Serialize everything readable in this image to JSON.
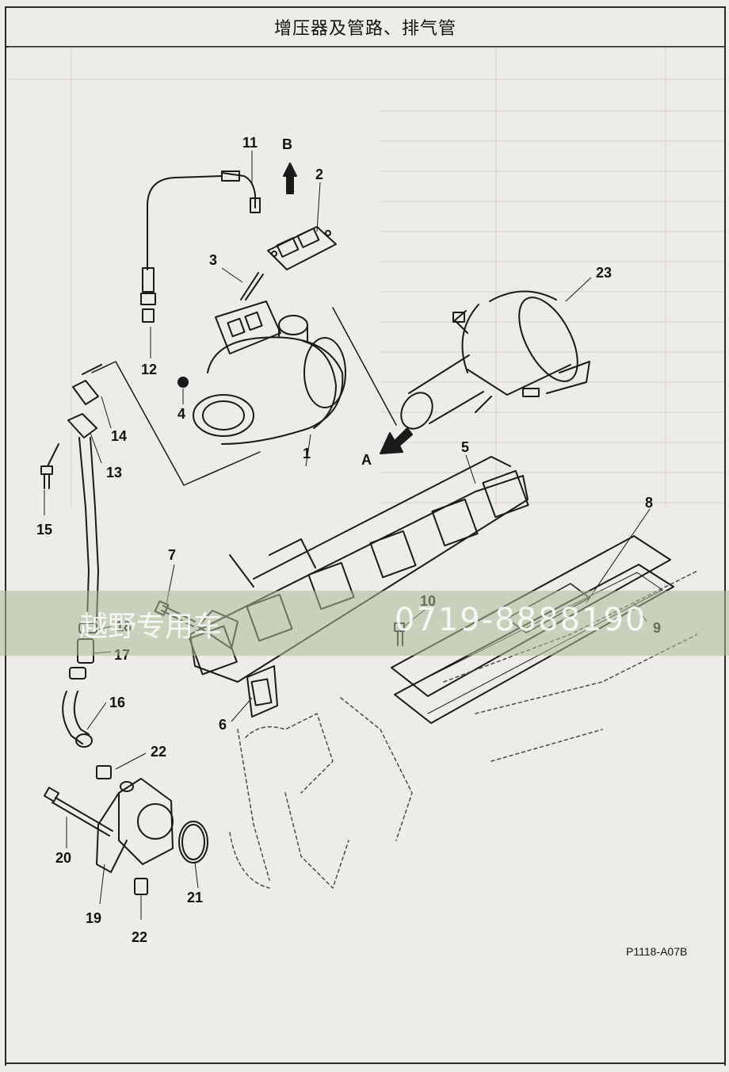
{
  "title": "增压器及管路、排气管",
  "figure_code": "P1118-A07B",
  "watermark": {
    "text": "越野专用车",
    "phone": "0719-8888190"
  },
  "direction_labels": {
    "a": "A",
    "b": "B"
  },
  "callouts": {
    "c1": "1",
    "c2": "2",
    "c3": "3",
    "c4": "4",
    "c5": "5",
    "c6": "6",
    "c7": "7",
    "c8": "8",
    "c9": "9",
    "c10": "10",
    "c11": "11",
    "c12": "12",
    "c13": "13",
    "c14": "14",
    "c15": "15",
    "c16": "16",
    "c17": "17",
    "c18": "18",
    "c19": "19",
    "c20": "20",
    "c21": "21",
    "c22a": "22",
    "c22b": "22",
    "c23": "23"
  },
  "colors": {
    "ink": "#1a1a1a",
    "paper": "#eeece6",
    "watermark_band": "#aabe96",
    "bleed_through": "#c9c6bd"
  }
}
